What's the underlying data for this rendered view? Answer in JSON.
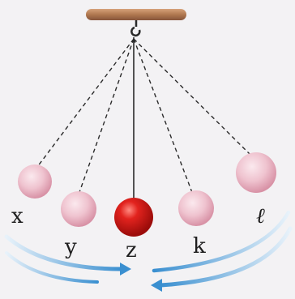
{
  "labels": {
    "x": "x",
    "y": "y",
    "z": "z",
    "k": "k",
    "l": "ℓ"
  },
  "colors": {
    "background": "#f3f2f4",
    "rod": "#b07850",
    "string": "#2a2a2a",
    "bob_active": "#d01818",
    "bob_ghost": "#e8aab8",
    "arrow": "#3a8fd0"
  },
  "icons": {
    "hook": "hook-icon",
    "motion_arrows": "curved-arrow-icon"
  }
}
